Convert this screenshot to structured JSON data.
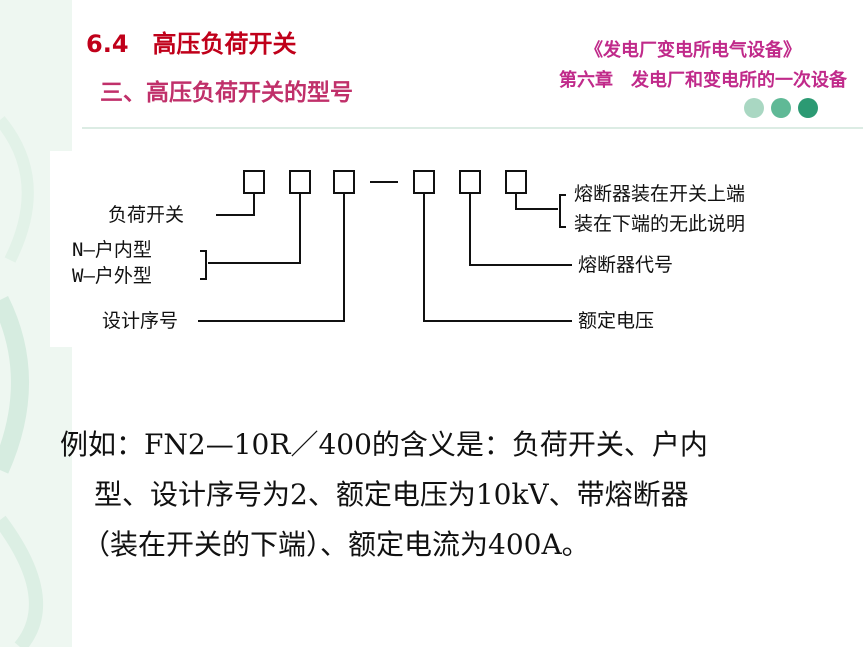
{
  "header": {
    "section_title": "6.4　高压负荷开关",
    "subtitle": "三、高压负荷开关的型号",
    "book_title": "《发电厂变电所电气设备》",
    "chapter_title": "第六章　发电厂和变电所的一次设备"
  },
  "theme": {
    "title_color": "#c0001a",
    "subtitle_color": "#c0306a",
    "header_color": "#c02a8a",
    "dot_colors": [
      "#a9d7c2",
      "#5fb996",
      "#2c9a73"
    ]
  },
  "diagram": {
    "labels": {
      "load_switch": "负荷开关",
      "indoor": "N—户内型",
      "outdoor": "W—户外型",
      "design_number": "设计序号",
      "fuse_top": "熔断器装在开关上端",
      "fuse_bottom": "装在下端的无此说明",
      "fuse_code": "熔断器代号",
      "rated_voltage": "额定电压"
    }
  },
  "example": {
    "line1": "例如：FN2—10R／400的含义是：负荷开关、户内",
    "line2": "型、设计序号为2、额定电压为10kV、带熔断器",
    "line3": "（装在开关的下端）、额定电流为400A。"
  }
}
